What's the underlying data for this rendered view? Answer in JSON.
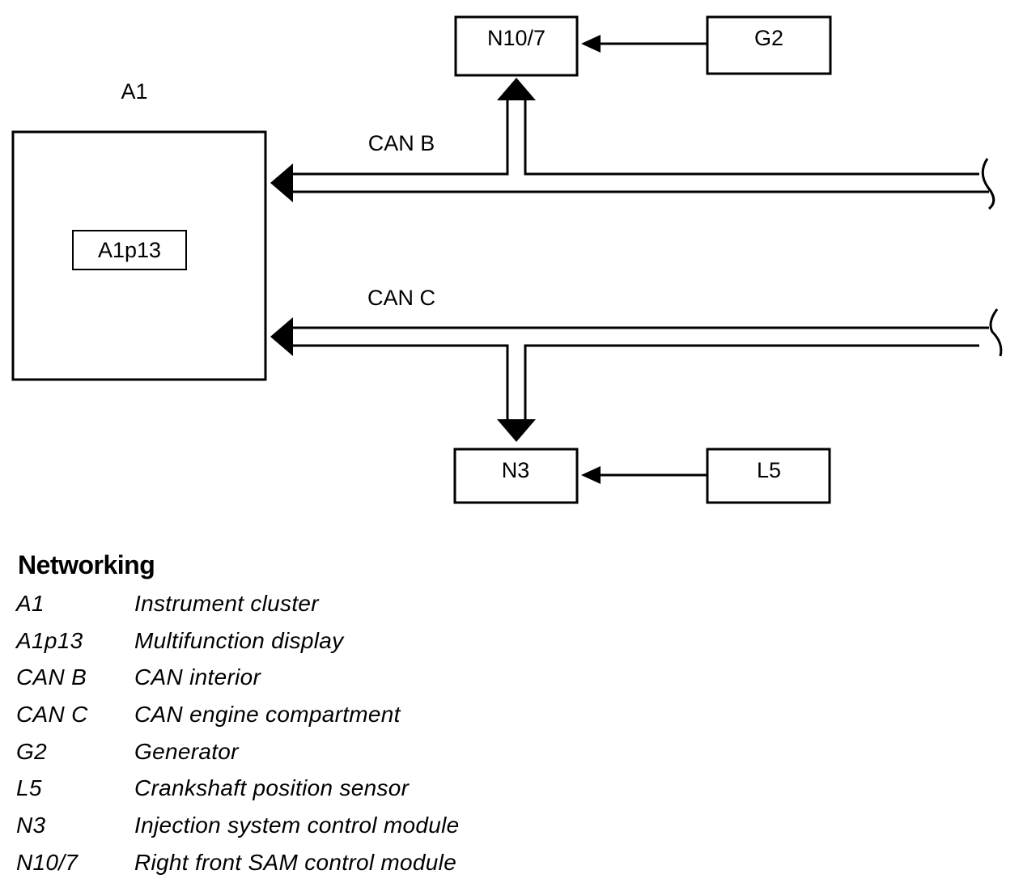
{
  "diagram": {
    "nodes": {
      "a1_label": "A1",
      "a1p13": "A1p13",
      "n10_7": "N10/7",
      "g2": "G2",
      "n3": "N3",
      "l5": "L5"
    },
    "buses": {
      "can_b": "CAN B",
      "can_c": "CAN C"
    }
  },
  "legend": {
    "title": "Networking",
    "items": [
      {
        "code": "A1",
        "description": "Instrument cluster"
      },
      {
        "code": "A1p13",
        "description": "Multifunction display"
      },
      {
        "code": "CAN B",
        "description": "CAN interior"
      },
      {
        "code": "CAN C",
        "description": "CAN engine compartment"
      },
      {
        "code": "G2",
        "description": "Generator"
      },
      {
        "code": "L5",
        "description": "Crankshaft position sensor"
      },
      {
        "code": "N3",
        "description": "Injection system control module"
      },
      {
        "code": "N10/7",
        "description": "Right front SAM control module"
      }
    ]
  }
}
